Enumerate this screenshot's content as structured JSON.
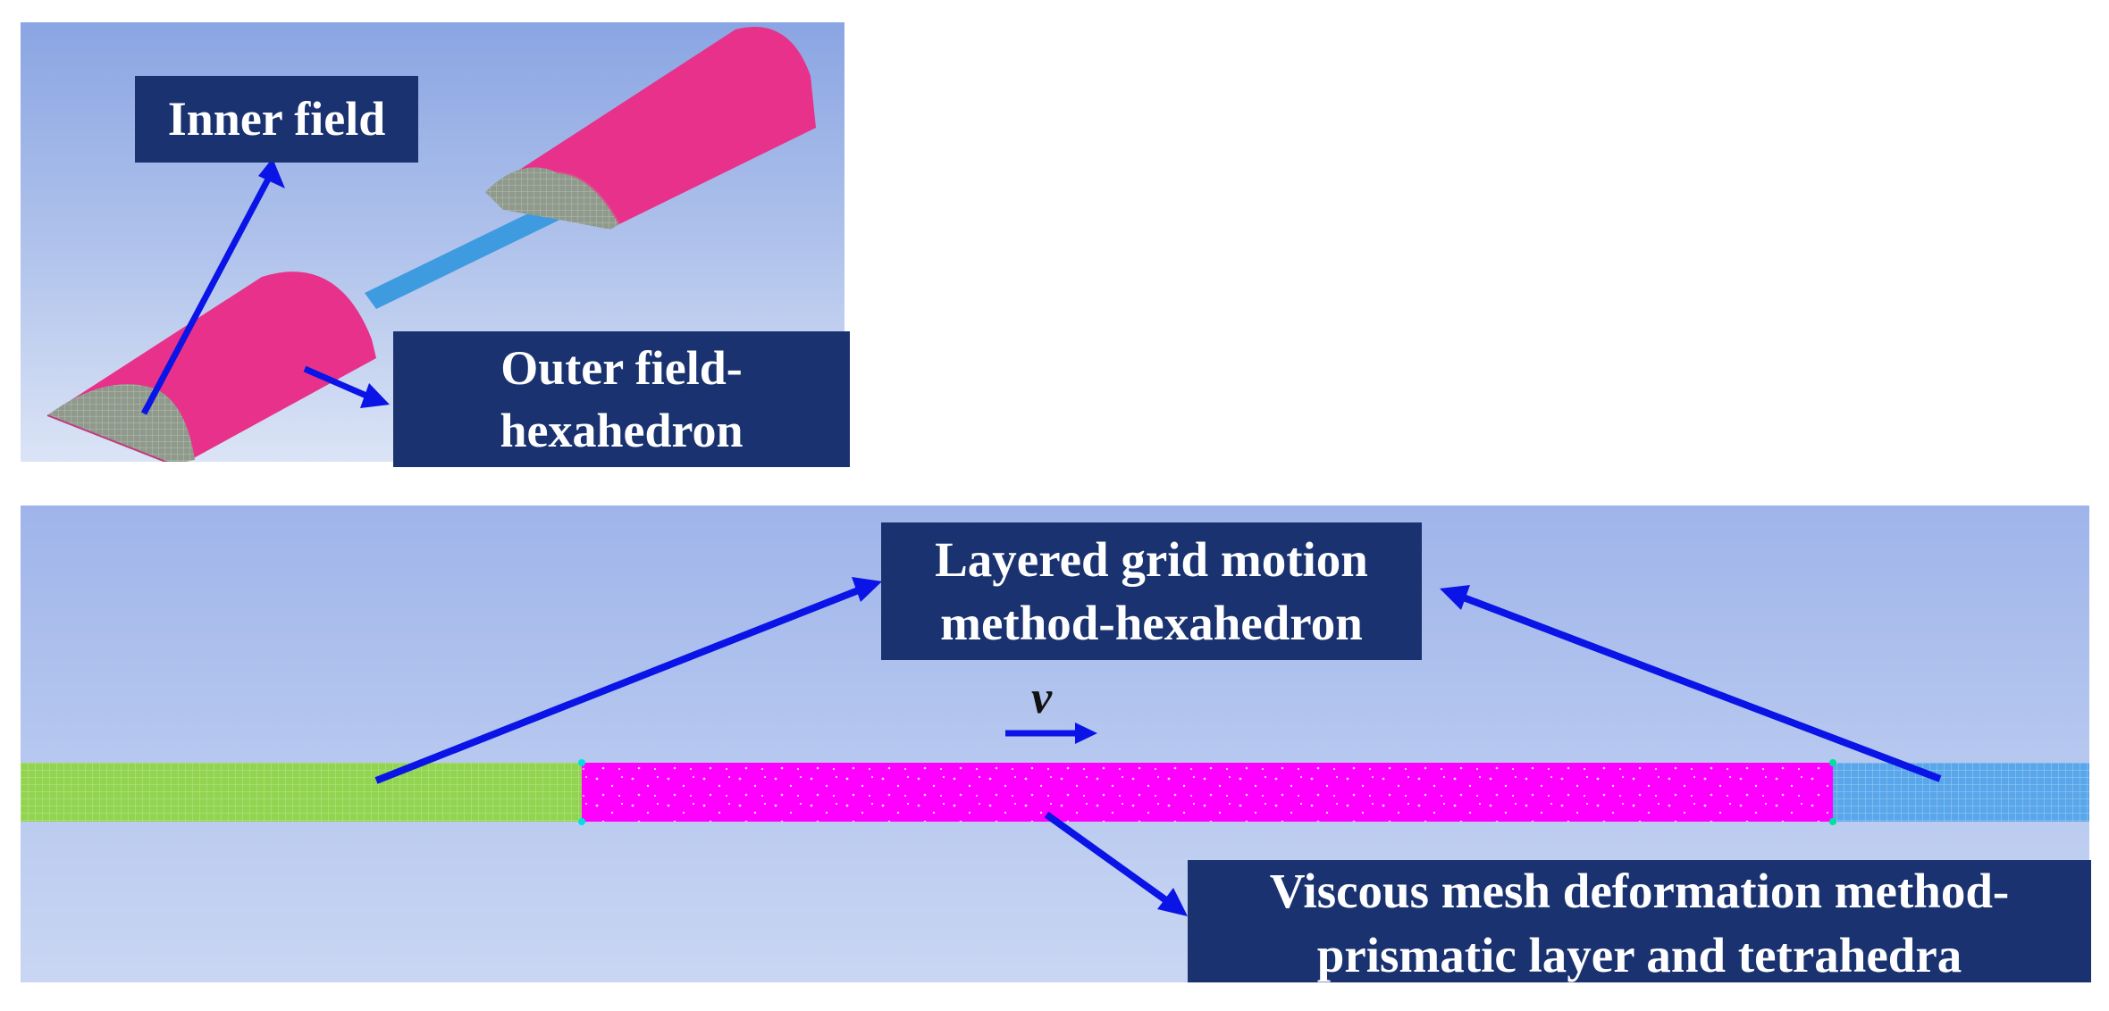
{
  "labels": {
    "inner_field": "Inner field",
    "outer_field_line1": "Outer field-",
    "outer_field_line2": "hexahedron",
    "layered_line1": "Layered grid motion",
    "layered_line2": "method-hexahedron",
    "viscous_line1": "Viscous mesh deformation method-",
    "viscous_line2": "prismatic layer and tetrahedra",
    "velocity": "v"
  },
  "colors": {
    "label_box": "#1a3370",
    "arrow": "#0a14e6",
    "outer_mesh": "#e8318a",
    "inner_mesh": "#8f9a8c",
    "connecting_rod": "#3f9be0",
    "left_hexa_zone": "#92d450",
    "middle_deform_zone": "#ff00ff",
    "right_hexa_zone": "#5aa6ea"
  }
}
